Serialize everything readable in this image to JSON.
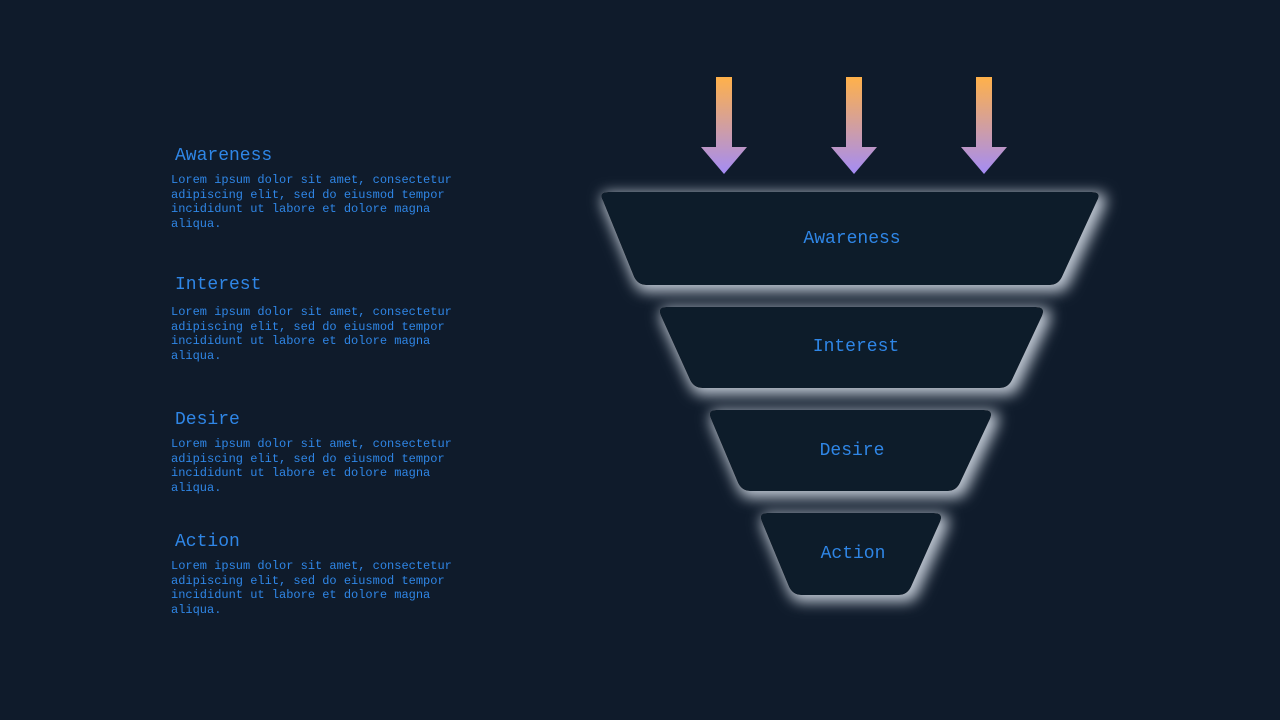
{
  "colors": {
    "background": "#0f1b2b",
    "stage_fill": "#0f1b2b",
    "text": "#2f86e6",
    "glow": "#dbe3ee",
    "arrow_top": "#ffb14a",
    "arrow_bottom": "#a48cf5"
  },
  "arrows": {
    "count": 3,
    "icon": "down-arrow-icon"
  },
  "stages": [
    {
      "title": "Awareness",
      "label": "Awareness",
      "description": "Lorem ipsum dolor sit amet, consectetur adipiscing elit, sed do eiusmod tempor incididunt ut labore et dolore magna aliqua."
    },
    {
      "title": "Interest",
      "label": "Interest",
      "description": "Lorem ipsum dolor sit amet, consectetur adipiscing elit, sed do eiusmod tempor incididunt ut labore et dolore magna aliqua."
    },
    {
      "title": "Desire",
      "label": "Desire",
      "description": "Lorem ipsum dolor sit amet, consectetur adipiscing elit, sed do eiusmod tempor incididunt ut labore et dolore magna aliqua."
    },
    {
      "title": "Action",
      "label": "Action",
      "description": "Lorem ipsum dolor sit amet, consectetur adipiscing elit, sed do eiusmod tempor incididunt ut labore et dolore magna aliqua."
    }
  ]
}
